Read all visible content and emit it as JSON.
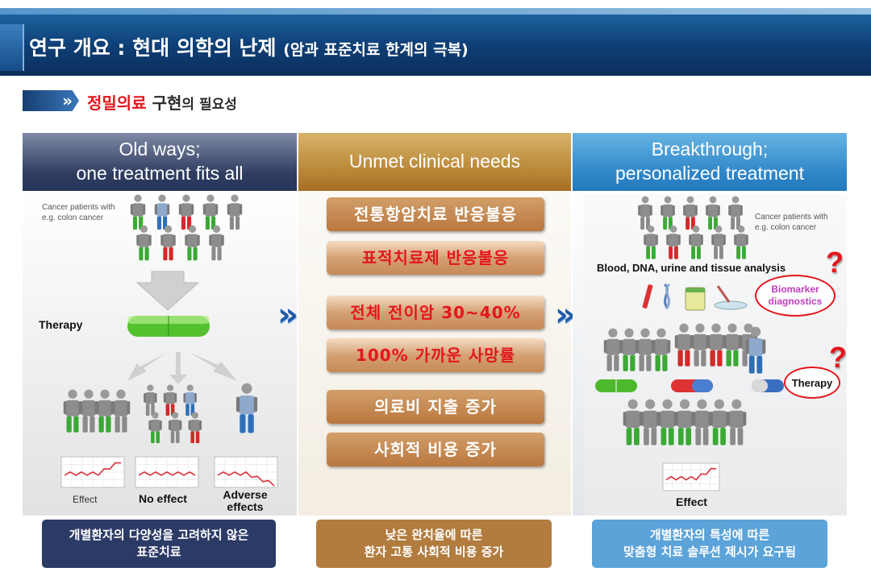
{
  "header": {
    "title": "연구 개요 : 현대 의학의 난제",
    "title_sub": "(암과 표준치료 한계의 극복)"
  },
  "subheader": {
    "chevron": "»",
    "highlight": "정밀의료",
    "rest_large": "구현",
    "rest_small": "의 필요성"
  },
  "columns": [
    {
      "heading_line1": "Old ways;",
      "heading_line2": "one treatment fits all",
      "diagram": {
        "patients_label_line1": "Cancer patients with",
        "patients_label_line2": "e.g. colon cancer",
        "therapy_label": "Therapy",
        "outcomes": [
          "Effect",
          "No effect",
          "Adverse",
          "effects"
        ]
      },
      "footer_line1": "개별환자의 다양성을 고려하지 않은",
      "footer_line2": "표준치료"
    },
    {
      "heading_line1": "Unmet clinical needs",
      "needs": [
        {
          "text": "전통항암치료 반응불응",
          "emphasis": false
        },
        {
          "text": "표적치료제 반응불응",
          "emphasis": true
        },
        {
          "text": "전체 전이암 30~40%",
          "emphasis": true
        },
        {
          "text": "100% 가까운 사망률",
          "emphasis": true
        },
        {
          "text": "의료비 지출 증가",
          "emphasis": false
        },
        {
          "text": "사회적 비용 증가",
          "emphasis": false
        }
      ],
      "footer_line1": "낮은 완치율에 따른",
      "footer_line2": "환자 고통 사회적 비용 증가"
    },
    {
      "heading_line1": "Breakthrough;",
      "heading_line2": "personalized treatment",
      "diagram": {
        "patients_label_line1": "Cancer patients with",
        "patients_label_line2": "e.g. colon cancer",
        "analysis_label": "Blood, DNA, urine and tissue analysis",
        "biomarker_line1": "Biomarker",
        "biomarker_line2": "diagnostics",
        "therapy_label": "Therapy",
        "effect_label": "Effect",
        "question_mark": "?"
      },
      "footer_line1": "개별환자의 특성에 따른",
      "footer_line2": "맞춤형 치료 솔루션 제시가 요구됨"
    }
  ],
  "transition_arrow": "»",
  "colors": {
    "navy": "#2c3a66",
    "bronze": "#b27c3f",
    "sky": "#5ba3d9",
    "red": "#e3161c",
    "person_green": "#3aa935",
    "person_red": "#d42a2a",
    "person_blue": "#2f6fb8",
    "person_gray": "#8a8a8a"
  }
}
